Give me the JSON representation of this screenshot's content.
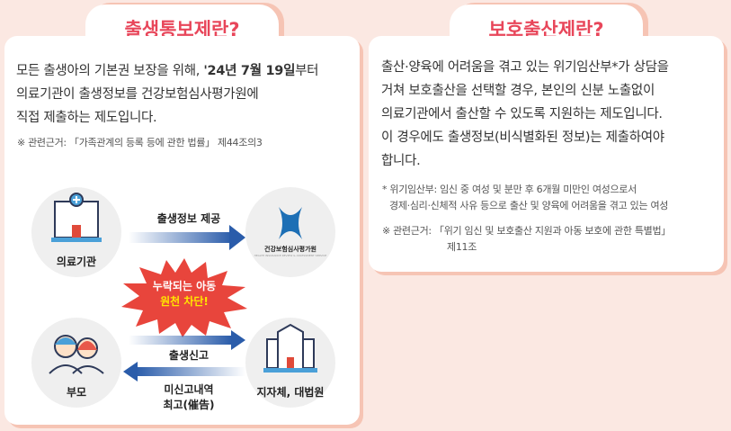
{
  "left": {
    "title": "출생통보제란?",
    "text_before": "모든 출생아의 기본권 보장을 위해, ",
    "text_bold": "'24년 7월 19일",
    "text_after": "부터",
    "line2": "의료기관이 출생정보를 건강보험심사평가원에",
    "line3": "직접 제출하는 제도입니다.",
    "note": "※ 관련근거: 「가족관계의 등록 등에 관한 법률」 제44조의3",
    "diagram": {
      "hospital": "의료기관",
      "hira": "건강보험심사평가원",
      "hira_sub": "HEALTH INSURANCE REVIEW & ASSESSMENT SERVICE",
      "parents": "부모",
      "gov": "지자체, 대법원",
      "arrow1": "출생정보 제공",
      "arrow2": "출생신고",
      "arrow3_l1": "미신고내역",
      "arrow3_l2": "최고(催告)",
      "burst_l1": "누락되는 아동",
      "burst_l2": "원천 차단!"
    }
  },
  "right": {
    "title": "보호출산제란?",
    "lines": [
      "출산·양육에 어려움을 겪고 있는 위기임산부*가 상담을",
      "거쳐 보호출산을 선택할 경우, 본인의 신분 노출없이",
      "의료기관에서 출산할 수 있도록 지원하는 제도입니다.",
      "이 경우에도 출생정보(비식별화된 정보)는 제출하여야",
      "합니다."
    ],
    "footnote_l1": "* 위기임산부: 임신 중 여성 및 분만 후 6개월 미만인 여성으로서",
    "footnote_l2": "경제·심리·신체적 사유 등으로 출산 및 양육에 어려움을 겪고 있는 여성",
    "note_l1": "※ 관련근거: 「위기 임신 및 보호출산 지원과 아동 보호에 관한 특별법」",
    "note_l2": "제11조"
  },
  "colors": {
    "title": "#e8465a",
    "accent_blue": "#2a5caa",
    "burst": "#e8453c",
    "burst_text2": "#ffe600"
  }
}
